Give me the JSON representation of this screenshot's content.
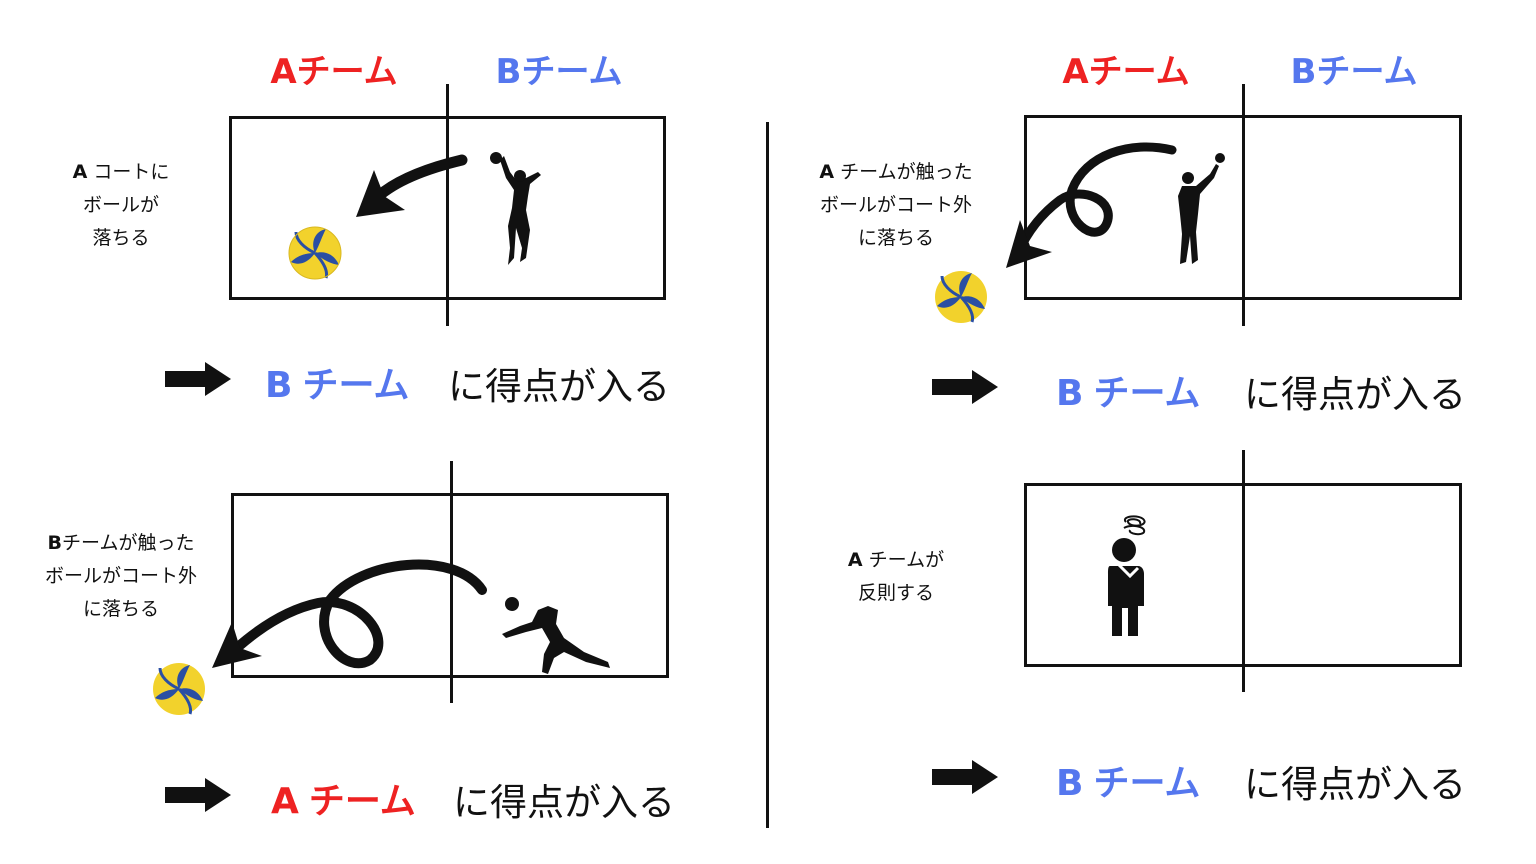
{
  "colors": {
    "team_a": "#ee2222",
    "team_b": "#5577ee",
    "line": "#111111",
    "ball_yellow": "#f2d22c",
    "ball_blue": "#2a4fa3"
  },
  "panels": [
    {
      "headers": {
        "a": "Aチーム",
        "b": "Bチーム"
      },
      "desc": {
        "letter": "A",
        "line1": "コートに",
        "line2": "ボールが",
        "line3": "落ちる"
      },
      "result": {
        "letter": "B",
        "team": "チーム",
        "rest": "に得点が入る",
        "color": "team_b"
      }
    },
    {
      "desc": {
        "letter": "B",
        "line1": "チームが触った",
        "line2": "ボールがコート外",
        "line3": "に落ちる"
      },
      "result": {
        "letter": "A",
        "team": "チーム",
        "rest": "に得点が入る",
        "color": "team_a"
      }
    },
    {
      "headers": {
        "a": "Aチーム",
        "b": "Bチーム"
      },
      "desc": {
        "letter": "A",
        "line1": "チームが触った",
        "line2": "ボールがコート外",
        "line3": "に落ちる"
      },
      "result": {
        "letter": "B",
        "team": "チーム",
        "rest": "に得点が入る",
        "color": "team_b"
      }
    },
    {
      "desc": {
        "letter": "A",
        "line1": "チームが",
        "line2": "反則する"
      },
      "result": {
        "letter": "B",
        "team": "チーム",
        "rest": "に得点が入る",
        "color": "team_b"
      }
    }
  ],
  "icons": [
    "volleyball-icon",
    "spiker-silhouette-icon",
    "server-silhouette-icon",
    "diving-player-silhouette-icon",
    "confused-person-icon",
    "right-arrow-icon"
  ]
}
